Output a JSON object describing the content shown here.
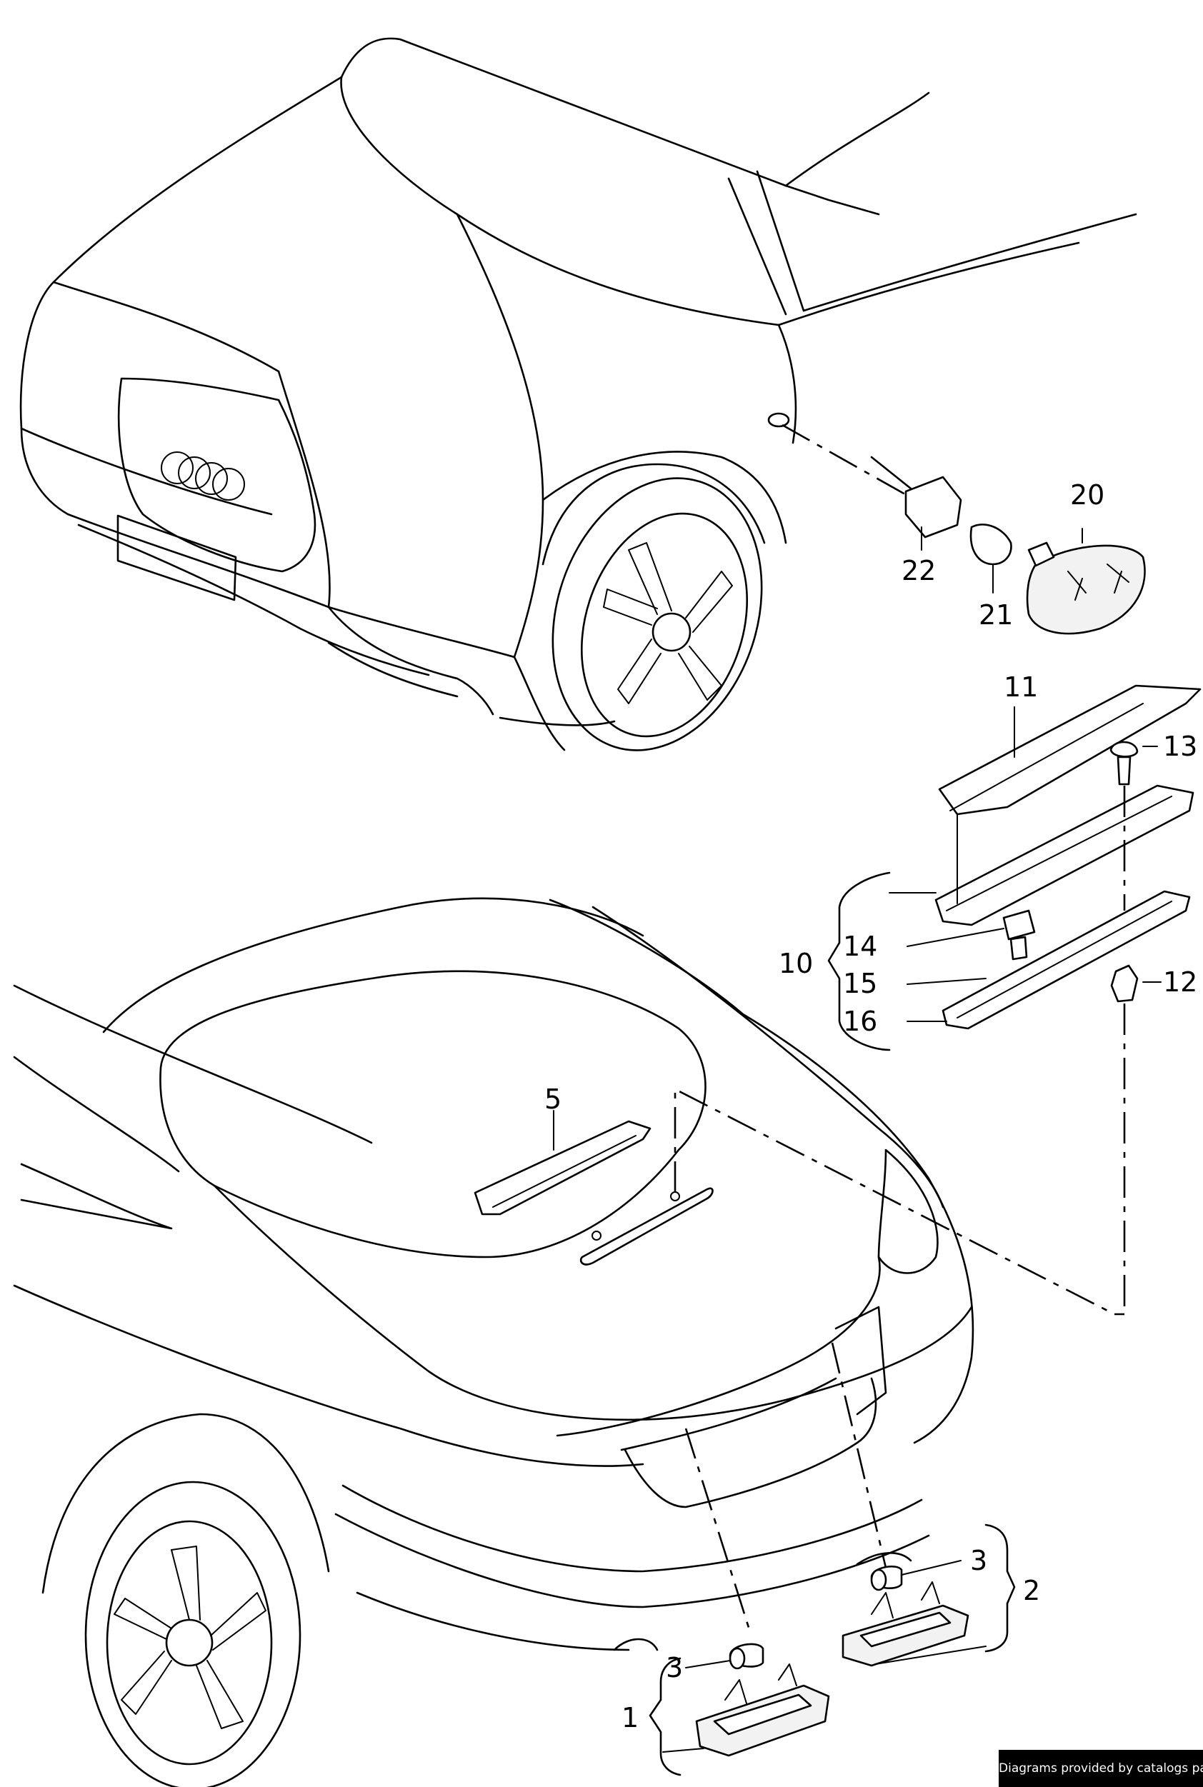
{
  "callouts": {
    "c1": "1",
    "c2": "2",
    "c3a": "3",
    "c3b": "3",
    "c5": "5",
    "c10": "10",
    "c11": "11",
    "c12": "12",
    "c13": "13",
    "c14": "14",
    "c15": "15",
    "c16": "16",
    "c20": "20",
    "c21": "21",
    "c22": "22"
  },
  "credit": "Diagrams provided by catalogs parts"
}
